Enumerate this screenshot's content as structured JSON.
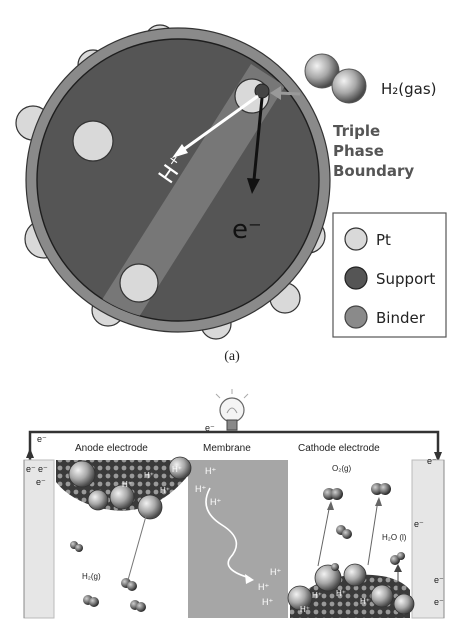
{
  "top": {
    "h2_gas": "H₂(gas)",
    "tpb": [
      "Triple",
      "Phase",
      "Boundary"
    ],
    "h_plus": "H⁺",
    "e_minus": "e⁻",
    "legend": [
      {
        "label": "Pt",
        "color": "#d9d9d9"
      },
      {
        "label": "Support",
        "color": "#555555"
      },
      {
        "label": "Binder",
        "color": "#8a8a8a"
      }
    ],
    "caption": "(a)"
  },
  "bottom": {
    "bulb_e": "e⁻",
    "anode": "Anode electrode",
    "membrane": "Membrane",
    "cathode": "Cathode electrode",
    "e": "e⁻",
    "h": "H⁺",
    "h2g": "H₂(g)",
    "o2g": "O₂(g)",
    "h2o": "H₂O (l)"
  }
}
